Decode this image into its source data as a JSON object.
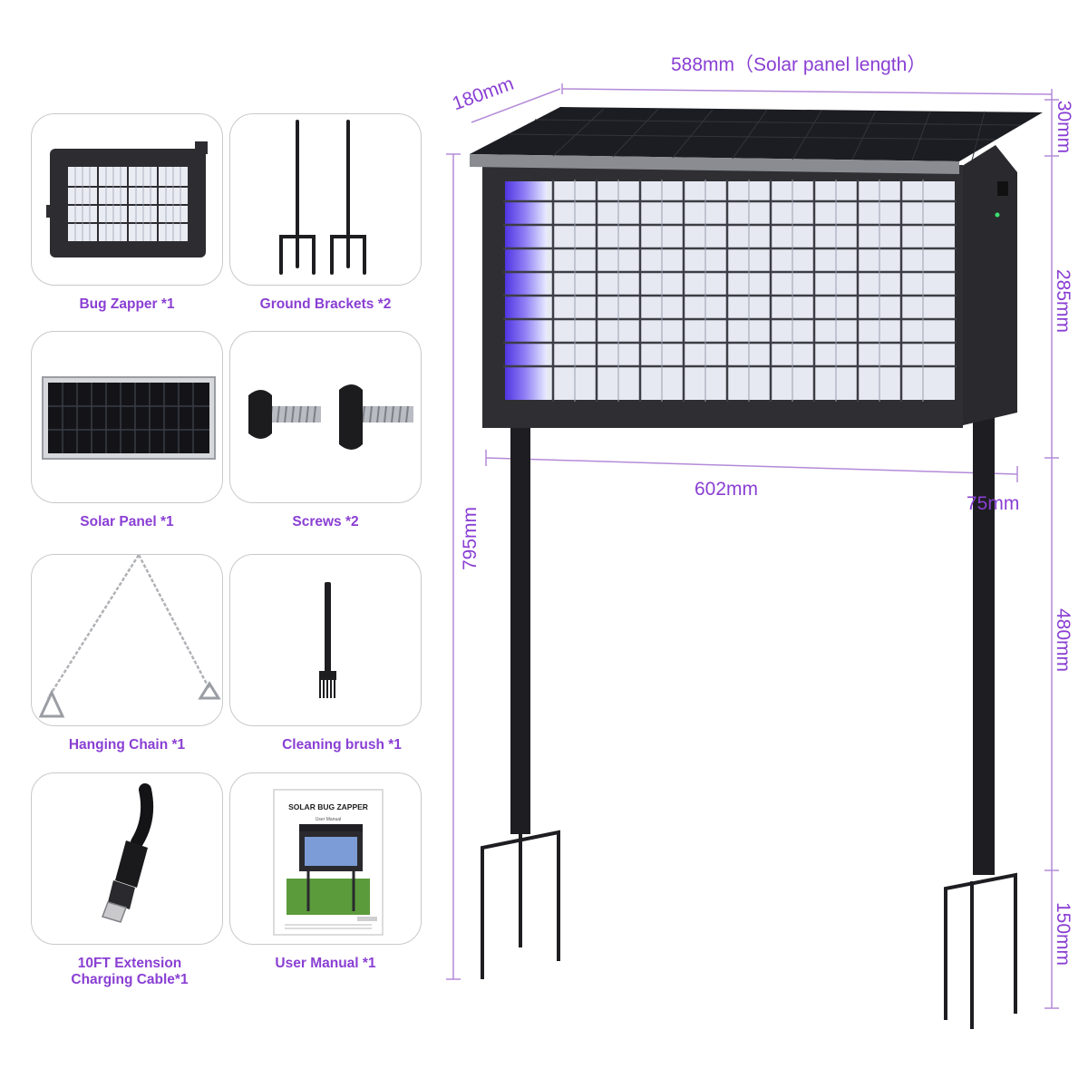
{
  "accessories": [
    {
      "name": "bug-zapper",
      "label": "Bug Zapper *1",
      "icon": "bug-zapper-thumb-icon"
    },
    {
      "name": "ground-brackets",
      "label": "Ground Brackets *2",
      "icon": "ground-bracket-icon"
    },
    {
      "name": "solar-panel",
      "label": "Solar Panel *1",
      "icon": "solar-panel-icon"
    },
    {
      "name": "screws",
      "label": "Screws *2",
      "icon": "screw-icon"
    },
    {
      "name": "hanging-chain",
      "label": "Hanging Chain *1",
      "icon": "chain-icon"
    },
    {
      "name": "cleaning-brush",
      "label": "Cleaning brush *1",
      "icon": "brush-icon"
    },
    {
      "name": "extension-cable",
      "label_line1": "10FT Extension",
      "label_line2": "Charging Cable*1",
      "icon": "dc-cable-icon"
    },
    {
      "name": "user-manual",
      "label": "User Manual *1",
      "icon": "manual-icon"
    }
  ],
  "manual": {
    "title": "SOLAR BUG ZAPPER",
    "subtitle": "User Manual"
  },
  "dimensions": {
    "panel_length": "588mm（Solar panel length）",
    "depth": "180mm",
    "panel_thickness": "30mm",
    "body_height": "285mm",
    "body_width": "602mm",
    "pole_width": "75mm",
    "total_height": "795mm",
    "pole_height": "480mm",
    "spike_length": "150mm"
  },
  "colors": {
    "accent": "#8a3fd3",
    "dimension_line": "#b48ad8",
    "frame": "#2f2f33",
    "uv_glow": "#5a3df0"
  }
}
